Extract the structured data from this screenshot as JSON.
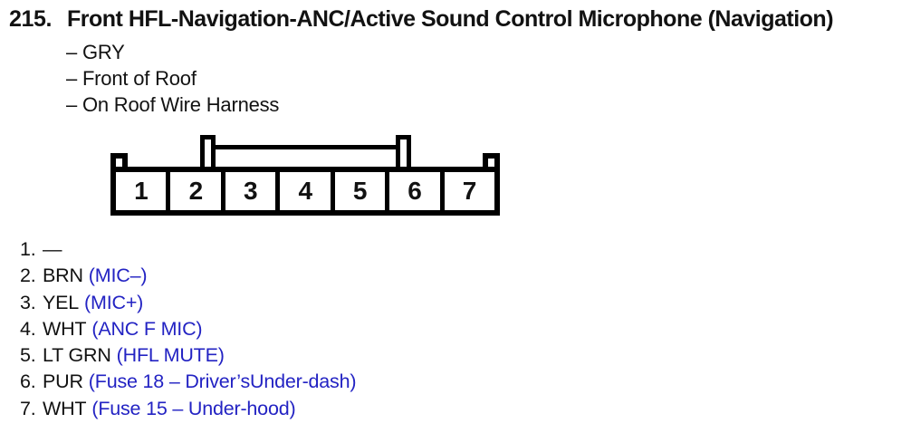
{
  "header": {
    "number": "215.",
    "title": "Front HFL-Navigation-ANC/Active Sound Control Microphone (Navigation)"
  },
  "attributes": {
    "lines": [
      "– GRY",
      "– Front of Roof",
      "– On Roof Wire Harness"
    ]
  },
  "connector": {
    "pins": [
      "1",
      "2",
      "3",
      "4",
      "5",
      "6",
      "7"
    ]
  },
  "pin_list": [
    {
      "num": "1.",
      "wire": "—",
      "signal": ""
    },
    {
      "num": "2.",
      "wire": "BRN",
      "signal": "(MIC–)"
    },
    {
      "num": "3.",
      "wire": "YEL",
      "signal": "(MIC+)"
    },
    {
      "num": "4.",
      "wire": "WHT",
      "signal": "(ANC F MIC)"
    },
    {
      "num": "5.",
      "wire": "LT GRN",
      "signal": "(HFL MUTE)"
    },
    {
      "num": "6.",
      "wire": "PUR",
      "signal": "(Fuse 18 – Driver’sUnder-dash)"
    },
    {
      "num": "7.",
      "wire": "WHT",
      "signal": "(Fuse 15 – Under-hood)"
    }
  ],
  "colors": {
    "signal_blue": "#2323c3",
    "ink_black": "#121212"
  }
}
